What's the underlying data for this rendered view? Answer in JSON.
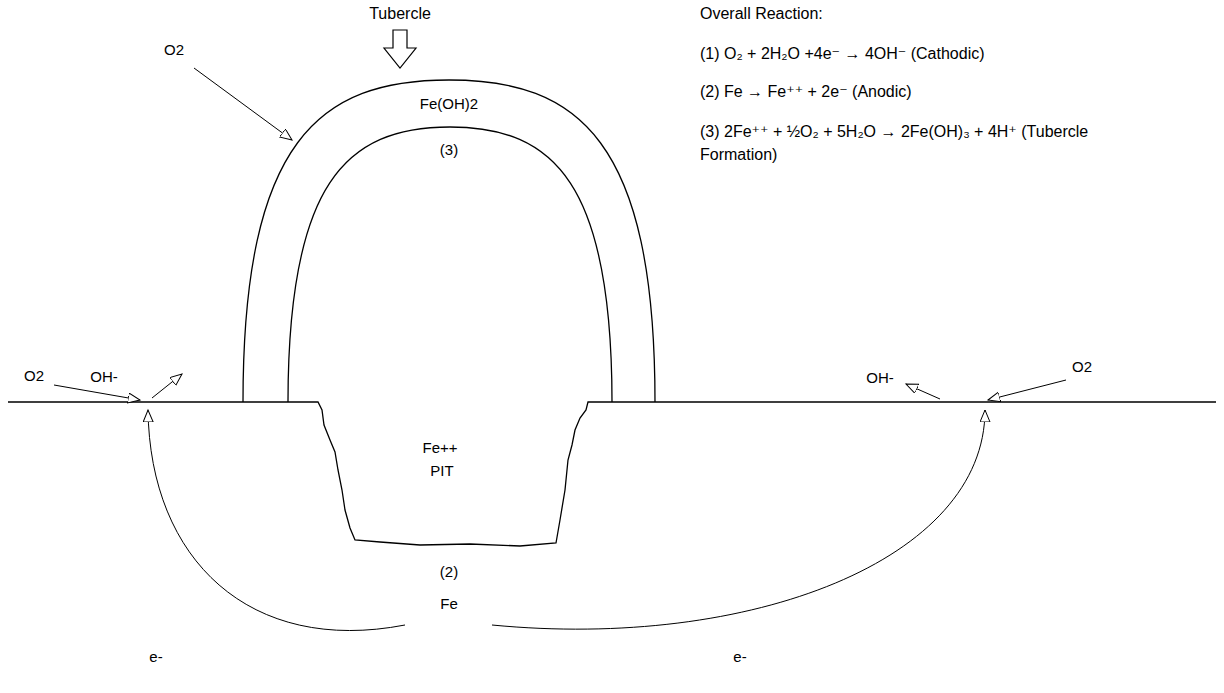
{
  "diagram": {
    "labels": [
      "Tubercle",
      "Overall Reaction:",
      "(1) O₂ + 2H₂O +4e⁻ → 4OH⁻ (Cathodic)",
      "(2) Fe → Fe⁺⁺ + 2e⁻ (Anodic)",
      "(3) 2Fe⁺⁺ + ½O₂ + 5H₂O → 2Fe(OH)₃ + 4H⁺ (Tubercle Formation)",
      "O2",
      "Fe(OH)2",
      "(3)",
      "O2",
      "OH-",
      "OH-",
      "O2",
      "Fe++",
      "PIT",
      "(2)",
      "e-",
      "Fe",
      "e-"
    ]
  }
}
